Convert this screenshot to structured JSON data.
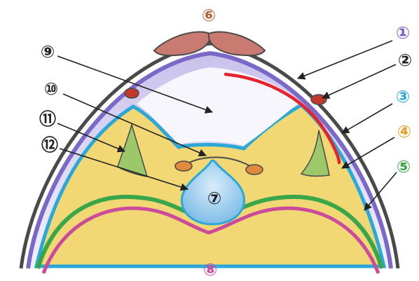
{
  "colors": {
    "outline": "#4a4a4a",
    "violet_layer": "#7b68c8",
    "lavender_fill": "#dcd8f2",
    "blue_layer": "#2aa8d8",
    "yellow_fill": "#f2d874",
    "green_layer": "#3aa64a",
    "magenta_layer": "#cc4a9c",
    "muscle_fill": "#c97b72",
    "vessel_fill": "#c0392b",
    "nerve_fill": "#e08a3a",
    "green_shape_fill": "#9cc86a",
    "center_fill": "#8ec6ea",
    "red_line": "#e8222a",
    "arrow": "#222222"
  },
  "labels": [
    {
      "id": "label-1",
      "text": "①",
      "color": "#7b5cc8"
    },
    {
      "id": "label-2",
      "text": "②",
      "color": "#222222"
    },
    {
      "id": "label-3",
      "text": "③",
      "color": "#2aa8d8"
    },
    {
      "id": "label-4",
      "text": "④",
      "color": "#e8a32a"
    },
    {
      "id": "label-5",
      "text": "⑤",
      "color": "#3aa64a"
    },
    {
      "id": "label-6",
      "text": "⑥",
      "color": "#b8643c"
    },
    {
      "id": "label-7",
      "text": "⑦",
      "color": "#222222"
    },
    {
      "id": "label-8",
      "text": "⑧",
      "color": "#cc4a9c"
    },
    {
      "id": "label-9",
      "text": "⑨",
      "color": "#222222"
    },
    {
      "id": "label-10",
      "text": "⑩",
      "color": "#222222"
    },
    {
      "id": "label-11",
      "text": "⑪",
      "color": "#222222"
    },
    {
      "id": "label-12",
      "text": "⑫",
      "color": "#222222"
    }
  ]
}
